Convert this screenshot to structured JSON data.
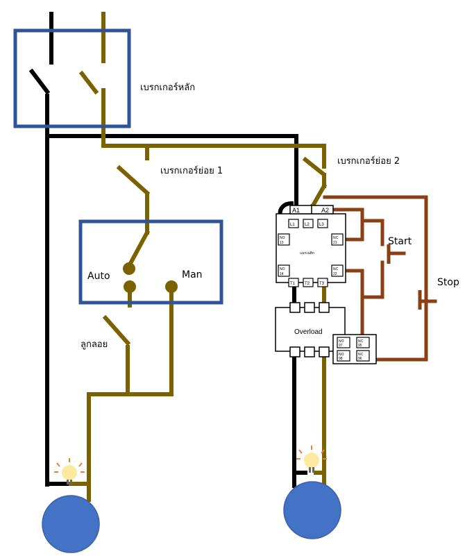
{
  "labels": {
    "main_breaker": "เบรกเกอร์หลัก",
    "sub_breaker_1": "เบรกเกอร์ย่อย 1",
    "sub_breaker_2": "เบรกเกอร์ย่อย 2",
    "auto": "Auto",
    "man": "Man",
    "float_switch": "ลูกลอย",
    "start": "Start",
    "stop": "Stop",
    "overload": "Overload",
    "contactor_name": "แมกเนติก"
  },
  "contactor_terminals": {
    "a1": "A1",
    "a2": "A2",
    "l1": "L1",
    "l2": "L2",
    "l3": "L3",
    "t1": "T1",
    "t2": "T2",
    "t3": "T3",
    "no13": [
      "NO",
      "13"
    ],
    "no14": [
      "NO",
      "14"
    ],
    "nc21": [
      "NC",
      "21"
    ],
    "nc22": [
      "NC",
      "22"
    ]
  },
  "overload_terminals": {
    "no97": [
      "NO",
      "97"
    ],
    "no98": [
      "NO",
      "98"
    ],
    "nc95": [
      "NC",
      "95"
    ],
    "nc96": [
      "NC",
      "96"
    ]
  },
  "colors": {
    "wire_line": "#000000",
    "wire_neutral": "#7a6200",
    "wire_control": "#8b3f14",
    "frame": "#2f5597",
    "motor": "#4472c4",
    "lamp": "#fde9a0",
    "lamp_rays": "#ed7d31"
  }
}
